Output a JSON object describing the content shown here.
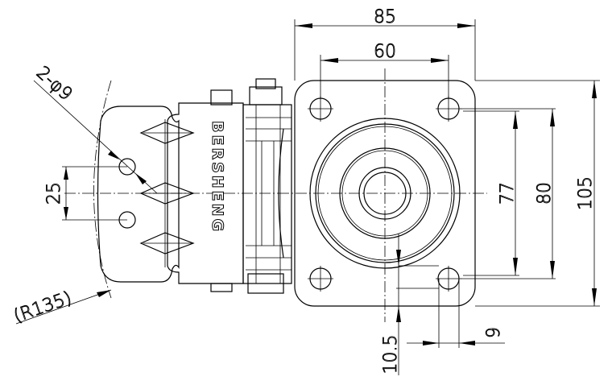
{
  "drawing": {
    "brand": "BERSHENG",
    "dimensions": {
      "plate_width": "85",
      "hole_spacing_x": "60",
      "plate_length": "105",
      "hole_spacing_y_outer": "80",
      "hole_spacing_y_inner": "77",
      "edge_offset": "10.5",
      "hole_diameter": "9",
      "brake_holes": "2-φ9",
      "brake_hole_spacing": "25",
      "radius": "(R135)"
    }
  }
}
